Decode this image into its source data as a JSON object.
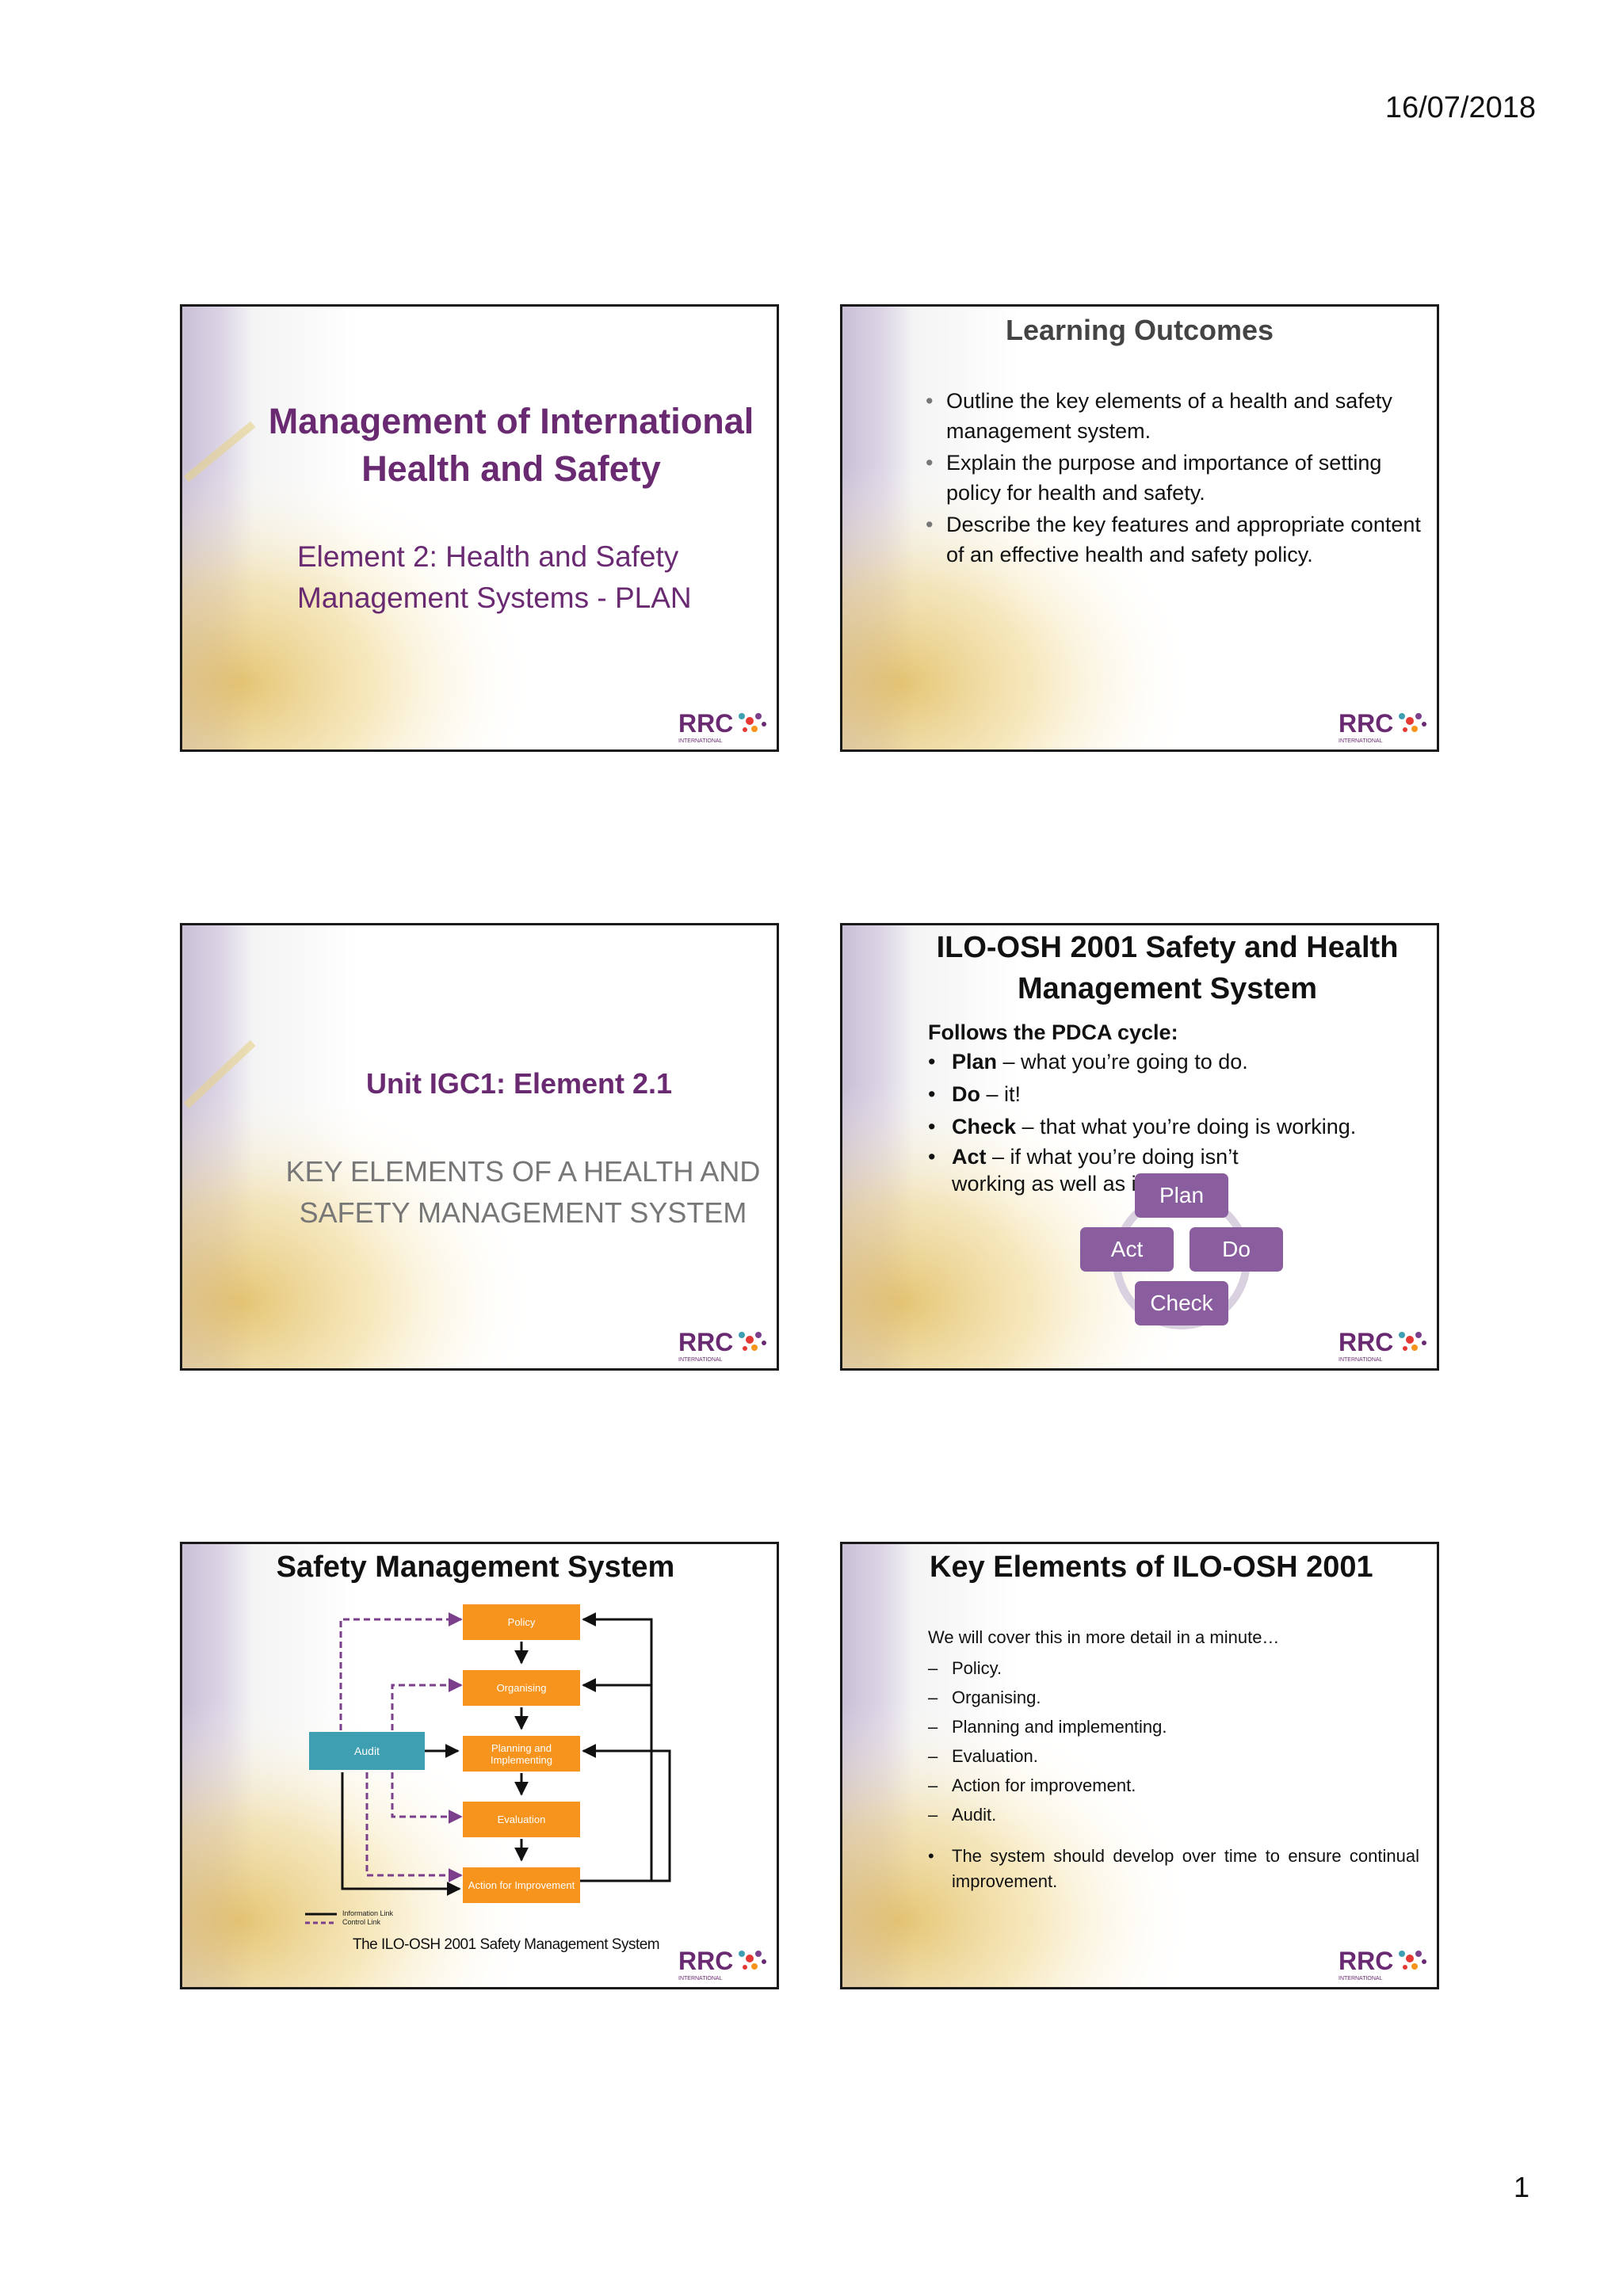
{
  "page": {
    "date": "16/07/2018",
    "number": "1"
  },
  "brand": {
    "logo_text": "RRC",
    "logo_subtext": "INTERNATIONAL",
    "title_color": "#6a2a72",
    "pdca_color": "#8a5e9e",
    "sms_box_color": "#f7941d",
    "audit_color": "#3e9fb3",
    "control_link_color": "#7b3f8c"
  },
  "slides": {
    "s1": {
      "title": "Management of International Health and Safety",
      "subtitle": "Element 2: Health and Safety Management Systems - PLAN"
    },
    "s2": {
      "title": "Learning Outcomes",
      "bullets": [
        "Outline the key elements of a health and safety management system.",
        "Explain the purpose and importance of setting policy for health and safety.",
        "Describe the key features and appropriate content of an effective health and safety policy."
      ]
    },
    "s3": {
      "unit": "Unit IGC1: Element 2.1",
      "subtitle": "KEY ELEMENTS OF A HEALTH AND SAFETY MANAGEMENT SYSTEM"
    },
    "s4": {
      "title": "ILO-OSH 2001 Safety and Health Management System",
      "intro": "Follows the PDCA cycle:",
      "bullets": [
        {
          "term": "Plan",
          "text": " – what you’re going to do."
        },
        {
          "term": "Do",
          "text": " – it!"
        },
        {
          "term": "Check",
          "text": " – that what you’re doing is working."
        },
        {
          "term": "Act",
          "text": " – if what you’re doing isn’t working as well as it should."
        }
      ],
      "pdca": {
        "plan": "Plan",
        "do": "Do",
        "check": "Check",
        "act": "Act"
      }
    },
    "s5": {
      "title": "Safety Management System",
      "boxes": {
        "policy": "Policy",
        "organising": "Organising",
        "planning": "Planning and Implementing",
        "evaluation": "Evaluation",
        "action": "Action for Improvement",
        "audit": "Audit"
      },
      "legend": {
        "information": "Information Link",
        "control": "Control Link"
      },
      "caption": "The ILO-OSH 2001 Safety Management System"
    },
    "s6": {
      "title": "Key Elements of ILO-OSH 2001",
      "intro": "We will cover this in more detail in a minute…",
      "items": [
        "Policy.",
        "Organising.",
        "Planning and implementing.",
        "Evaluation.",
        "Action for improvement.",
        "Audit."
      ],
      "note": "The system should develop over time to ensure continual improvement."
    }
  }
}
